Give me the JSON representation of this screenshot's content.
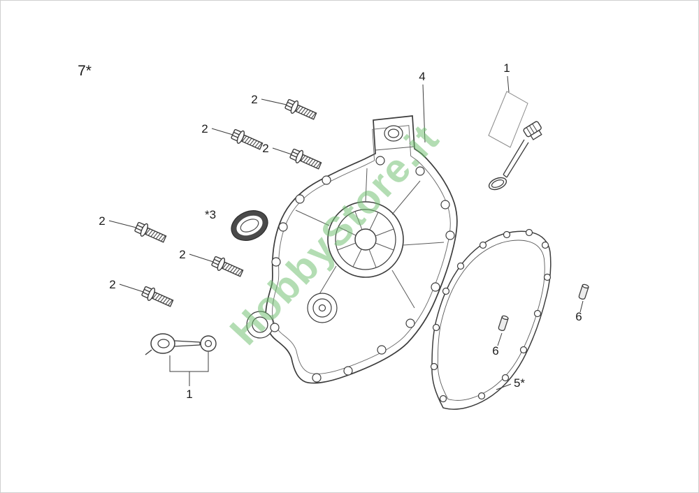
{
  "diagram": {
    "watermark": "HobbyStore.it",
    "watermark_color": "#6fbf6f",
    "line_color": "#3c3c3c",
    "labels": {
      "part7": "7*",
      "bolt_a": "2",
      "bolt_b": "2",
      "bolt_c": "2",
      "bolt_d": "2",
      "bolt_e": "2",
      "bolt_f": "2",
      "seal": "*3",
      "cover": "4",
      "dipstick_top": "1",
      "dipstick_bottom": "1",
      "gasket": "5*",
      "pin_a": "6",
      "pin_b": "6"
    }
  }
}
